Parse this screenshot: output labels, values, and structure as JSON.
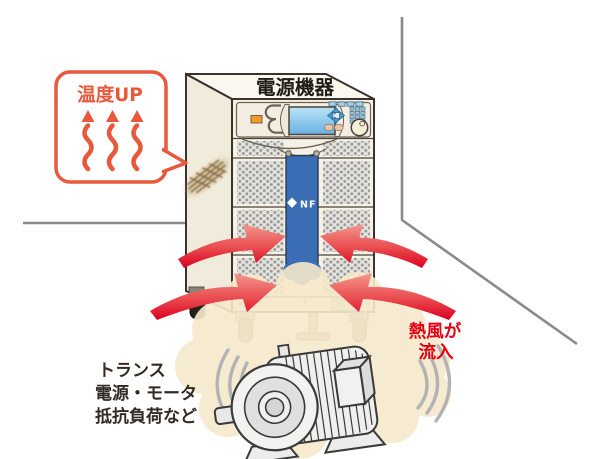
{
  "device": {
    "title": "電源機器",
    "logo_text": "NF"
  },
  "bubble": {
    "text": "温度UP"
  },
  "annotations": {
    "hot_air": {
      "line1": "熱風が",
      "line2": "流入"
    },
    "heat_sources": {
      "line1": "トランス",
      "line2": "電源・モータ",
      "line3": "抵抗負荷など"
    }
  },
  "colors": {
    "bubble_accent": "#e8593c",
    "hot_air_red": "#e60012",
    "arrow_red_dark": "#db0021",
    "arrow_red_light": "#f2988d",
    "cabinet_body": "#f6f1e5",
    "cabinet_top": "#faf7ef",
    "cabinet_side": "#f1ebdc",
    "grille_bg": "#e4e3df",
    "grille_dot": "#9b9b97",
    "stripe_blue": "#3a6db3",
    "screen_blue": "#8ec9ec",
    "indicator_orange": "#f09c1e",
    "heat_glow": "#f6e9cc",
    "wall_line": "#8a8a8a",
    "outline_dark": "#3a322c",
    "label_dark": "#332a24"
  }
}
